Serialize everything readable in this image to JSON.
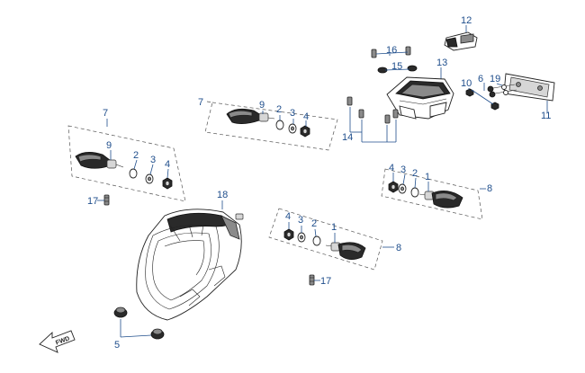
{
  "diagram": {
    "callouts": {
      "c1a": "1",
      "c1b": "1",
      "c2a": "2",
      "c2b": "2",
      "c2c": "2",
      "c2d": "2",
      "c3a": "3",
      "c3b": "3",
      "c3c": "3",
      "c3d": "3",
      "c4a": "4",
      "c4b": "4",
      "c4c": "4",
      "c4d": "4",
      "c5": "5",
      "c6": "6",
      "c7a": "7",
      "c7b": "7",
      "c8a": "8",
      "c8b": "8",
      "c9a": "9",
      "c9b": "9",
      "c10": "10",
      "c11": "11",
      "c12": "12",
      "c13": "13",
      "c14": "14",
      "c15": "15",
      "c16": "16",
      "c17a": "17",
      "c17b": "17",
      "c18": "18",
      "c19": "19"
    },
    "direction_label": "FWD",
    "colors": {
      "callout": "#1f4e8c",
      "outline": "#222222"
    }
  }
}
